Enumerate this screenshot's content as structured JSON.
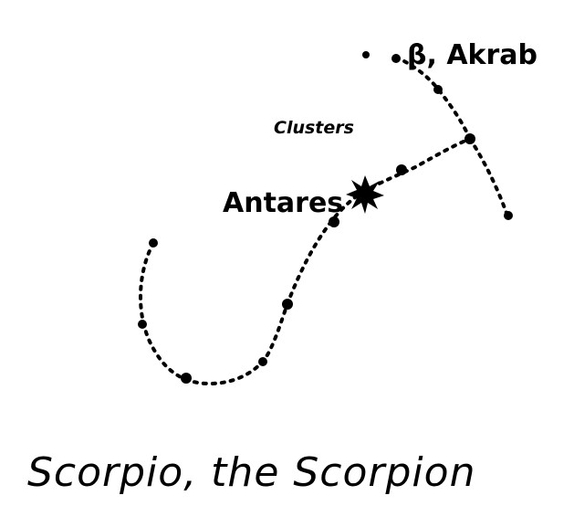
{
  "labels": {
    "antares": "Antares",
    "beta_akrab": "β, Akrab",
    "clusters": "Clusters"
  },
  "caption": "Scorpio, the Scorpion",
  "colors": {
    "ink": "#000000",
    "background": "#ffffff"
  },
  "icons": {
    "antares_star": "star-burst-icon"
  }
}
